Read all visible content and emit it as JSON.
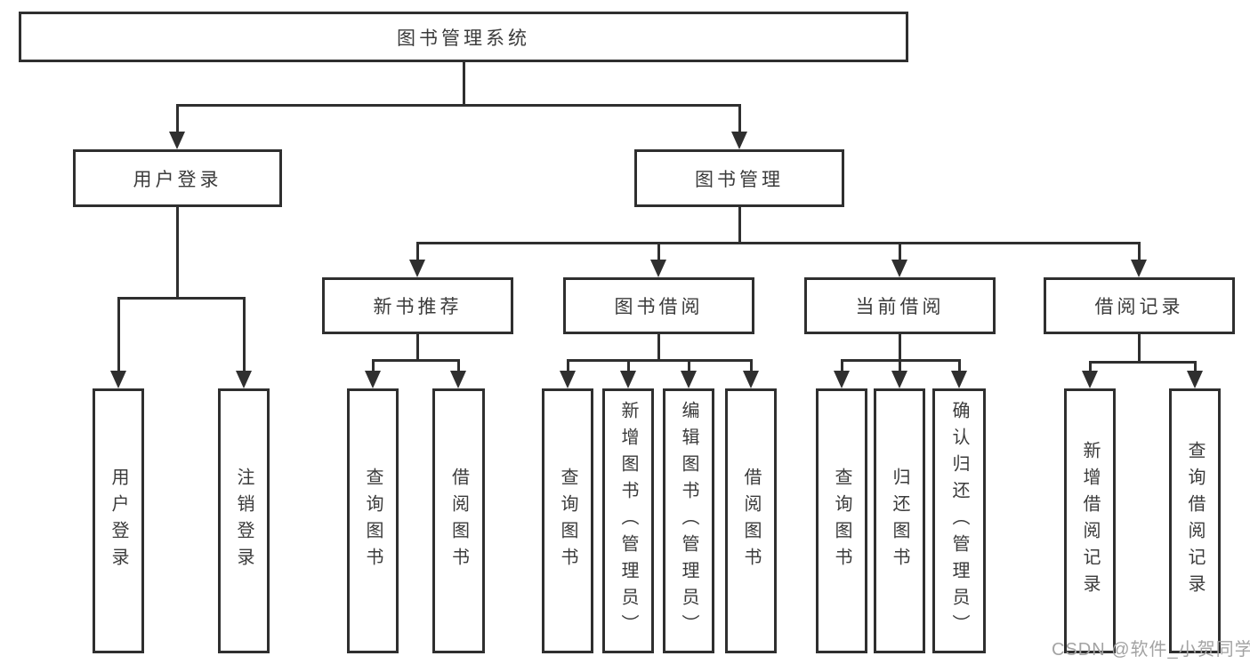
{
  "diagram": {
    "root": "图书管理系统",
    "level2": {
      "user_login": "用户登录",
      "book_management": "图书管理"
    },
    "level3": [
      "新书推荐",
      "图书借阅",
      "当前借阅",
      "借阅记录"
    ],
    "user_login_children": [
      "用户登录",
      "注销登录"
    ],
    "new_book_children": [
      "查询图书",
      "借阅图书"
    ],
    "book_borrow_children": [
      "查询图书",
      "新增图书（管理员）",
      "编辑图书（管理员）",
      "借阅图书"
    ],
    "current_borrow_children": [
      "查询图书",
      "归还图书",
      "确认归还（管理员）"
    ],
    "borrow_record_children": [
      "新增借阅记录",
      "查询借阅记录"
    ]
  },
  "watermark": "CSDN @软件_小贺同学",
  "colors": {
    "line": "#2f2f2f",
    "text": "#3b3b3b",
    "watermark": "#a3a3a3",
    "background": "#ffffff"
  }
}
